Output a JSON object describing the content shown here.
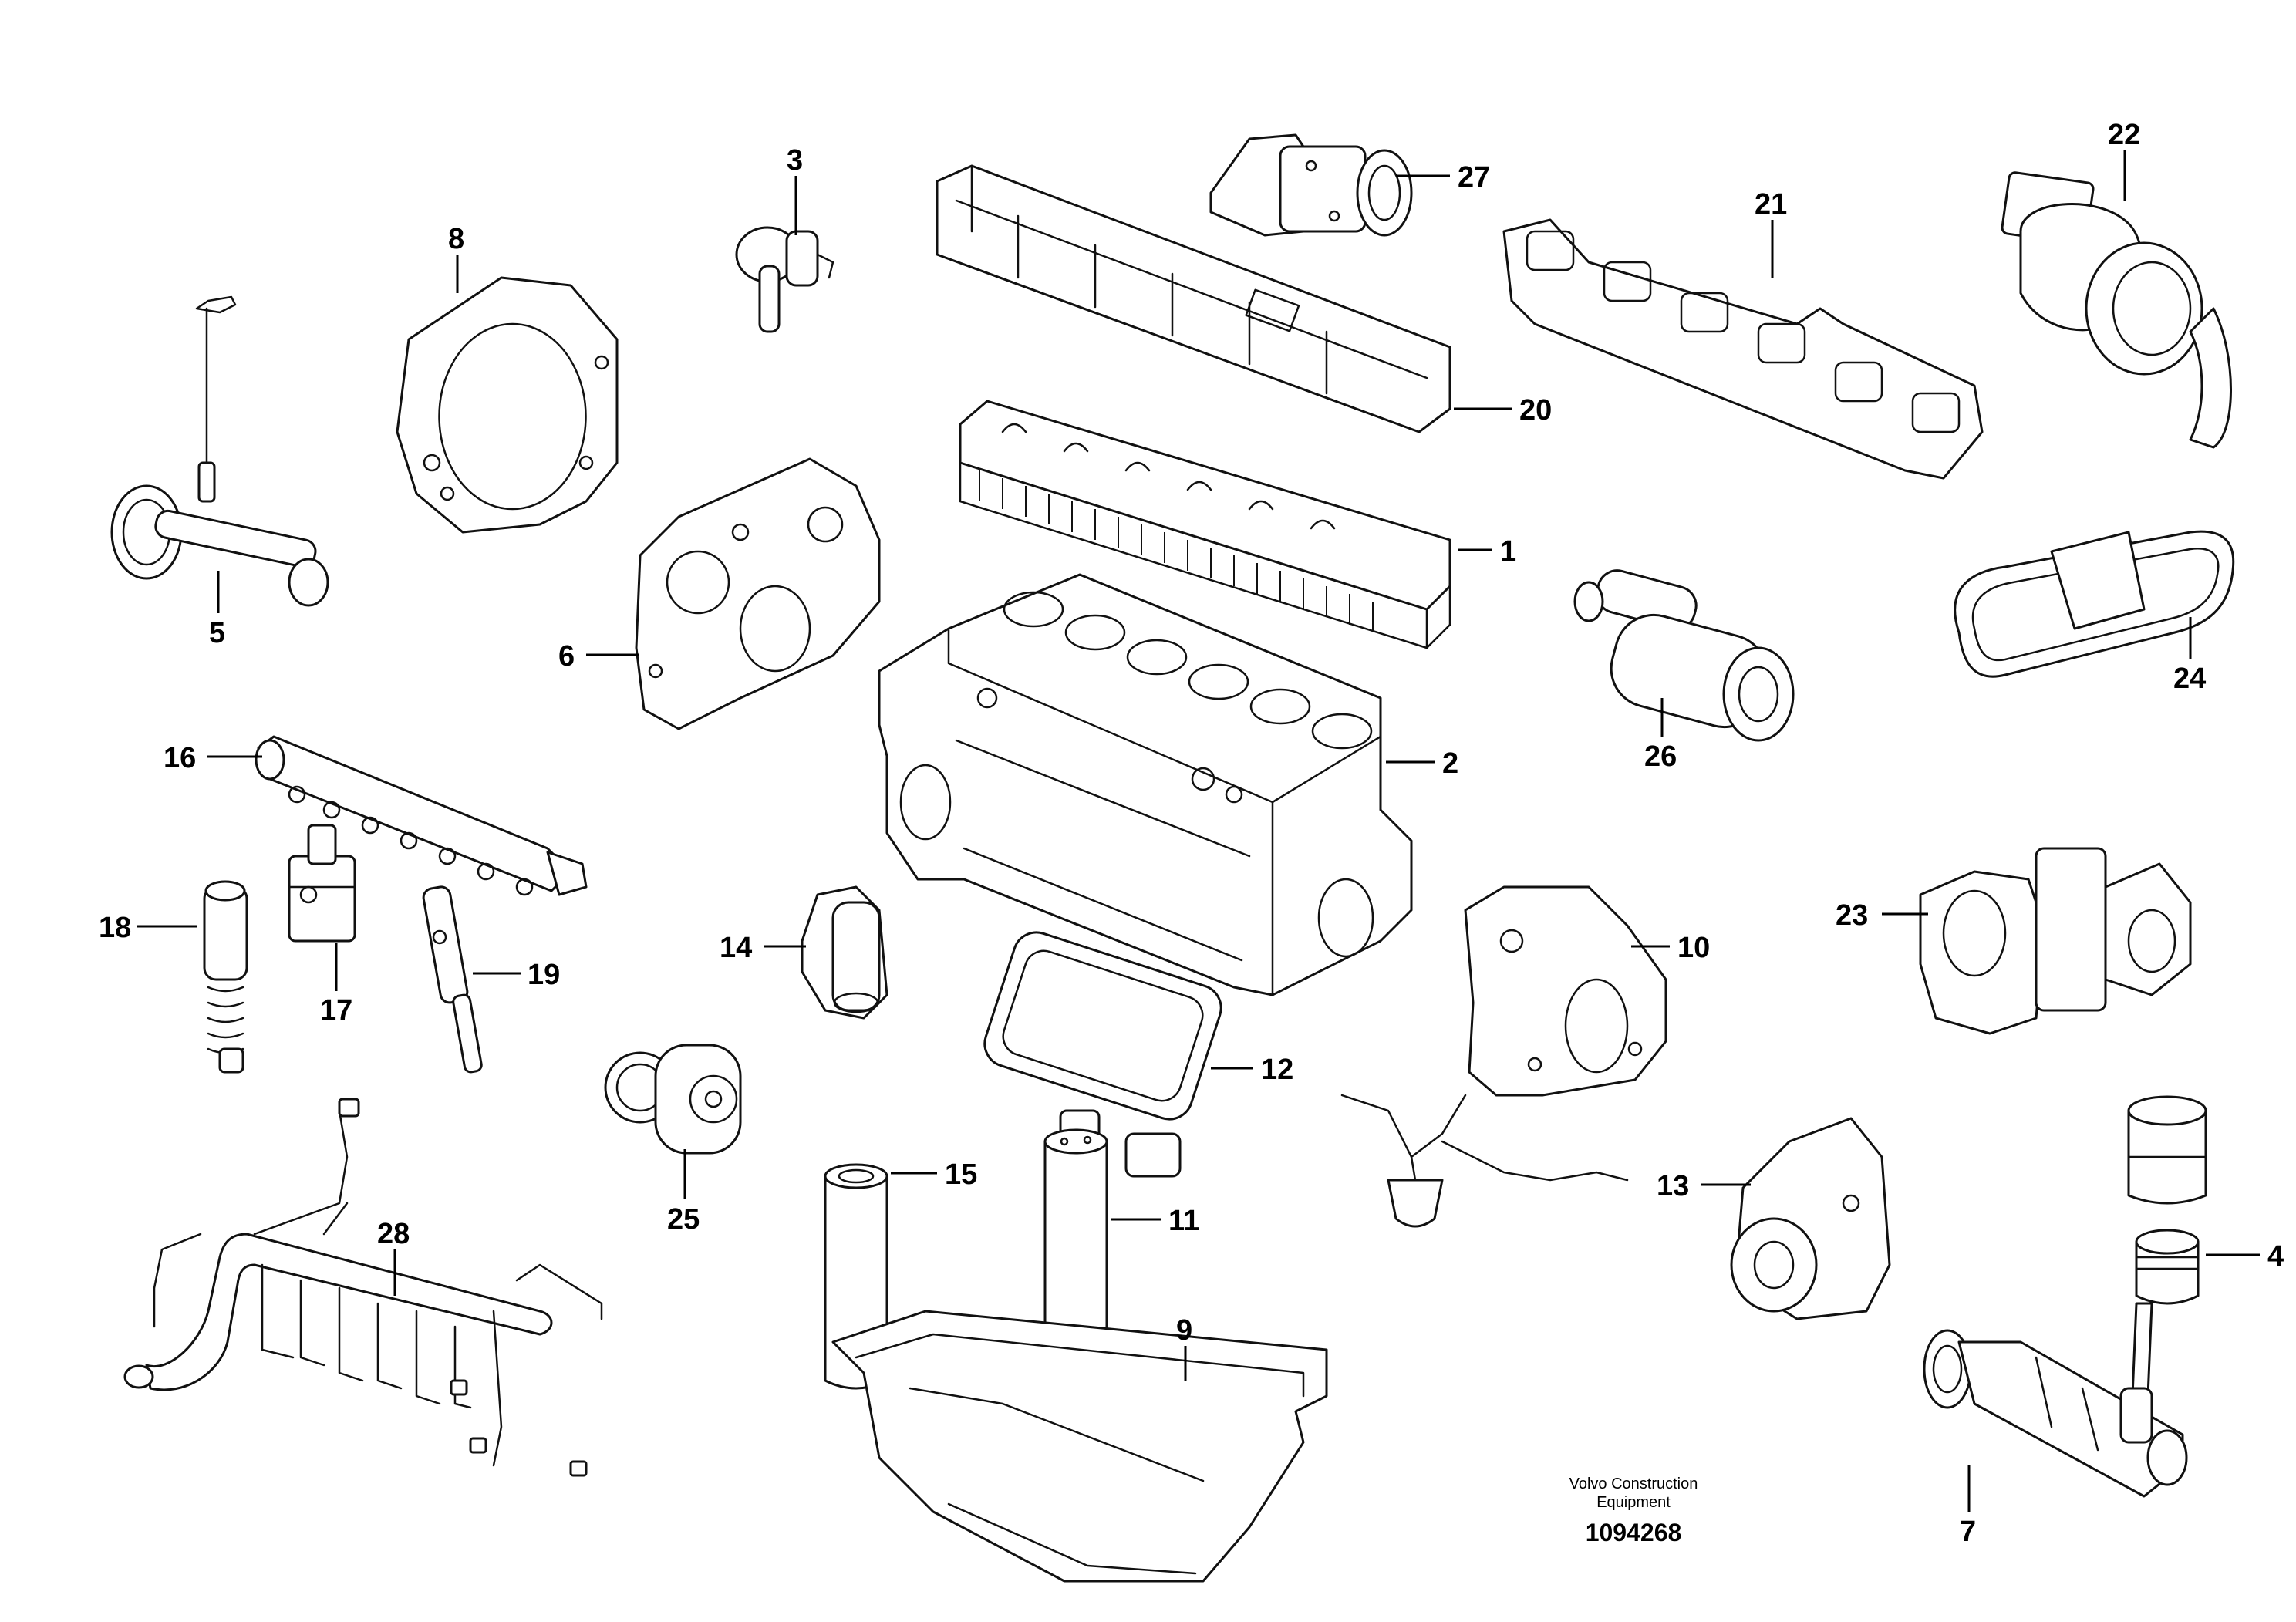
{
  "callouts": {
    "c1": "1",
    "c2": "2",
    "c3": "3",
    "c4": "4",
    "c5": "5",
    "c6": "6",
    "c7": "7",
    "c8": "8",
    "c9": "9",
    "c10": "10",
    "c11": "11",
    "c12": "12",
    "c13": "13",
    "c14": "14",
    "c15": "15",
    "c16": "16",
    "c17": "17",
    "c18": "18",
    "c19": "19",
    "c20": "20",
    "c21": "21",
    "c22": "22",
    "c23": "23",
    "c24": "24",
    "c25": "25",
    "c26": "26",
    "c27": "27",
    "c28": "28"
  },
  "footer": {
    "line1": "Volvo Construction",
    "line2": "Equipment",
    "number": "1094268"
  }
}
